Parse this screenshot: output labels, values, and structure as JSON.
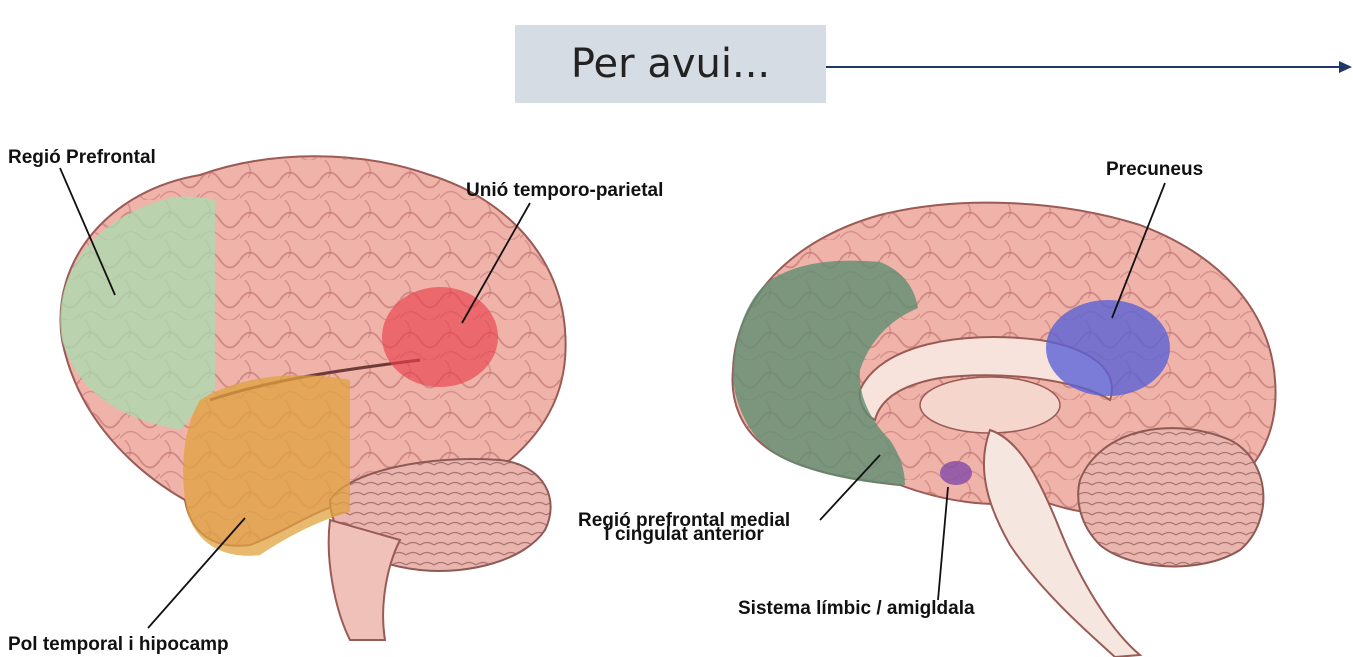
{
  "header": {
    "title": "Per avui..."
  },
  "diagram": {
    "lateral": {
      "labels": {
        "prefrontal": "Regió Prefrontal",
        "temporo_parietal": "Unió temporo-parietal",
        "temporal_pole": "Pol temporal i hipocamp"
      },
      "colors": {
        "prefrontal": "#a8dcb0",
        "temporo_parietal": "#e8414c",
        "temporal_pole": "#e0a340"
      }
    },
    "medial": {
      "labels": {
        "precuneus": "Precuneus",
        "medial_prefrontal_line1": "Regió prefrontal medial",
        "medial_prefrontal_line2": "i cingulat anterior",
        "limbic": "Sistema límbic / amigldala"
      },
      "colors": {
        "precuneus": "#5a61d6",
        "medial_prefrontal": "#5f8d72",
        "limbic": "#8a4fa8"
      }
    }
  }
}
